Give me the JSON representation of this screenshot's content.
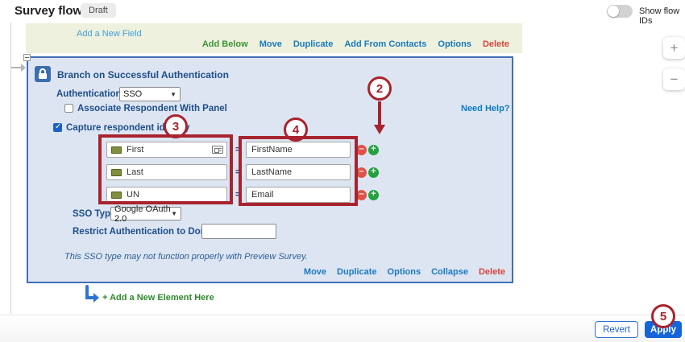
{
  "header": {
    "title": "Survey flow",
    "badge": "Draft",
    "toggle_label": "Show flow IDs"
  },
  "zoom_controls": {
    "plus": "+",
    "minus": "−"
  },
  "field_panel": {
    "add_field_label": "Add a New Field",
    "actions": [
      {
        "label": "Add Below"
      },
      {
        "label": "Move"
      },
      {
        "label": "Duplicate"
      },
      {
        "label": "Add From Contacts"
      },
      {
        "label": "Options"
      },
      {
        "label": "Delete"
      }
    ]
  },
  "branch_panel": {
    "title": "Branch on Successful Authentication",
    "auth_type_label": "Authentication Type:",
    "auth_type_value": "SSO",
    "associate_label": "Associate Respondent With Panel",
    "capture_label": "Capture respondent identify",
    "need_help_label": "Need Help?",
    "equals_sign": "=",
    "rows": [
      {
        "field": "First",
        "value": "FirstName"
      },
      {
        "field": "Last",
        "value": "LastName"
      },
      {
        "field": "UN",
        "value": "Email"
      }
    ],
    "minus_glyph": "–",
    "plus_glyph": "+",
    "sso_type_label": "SSO Type:",
    "sso_type_value": "Google OAuth 2.0",
    "restrict_label": "Restrict Authentication to Domain(s)",
    "restrict_value": "",
    "note": "This SSO type may not function properly with Preview Survey.",
    "actions": [
      {
        "label": "Move"
      },
      {
        "label": "Duplicate"
      },
      {
        "label": "Options"
      },
      {
        "label": "Collapse"
      },
      {
        "label": "Delete"
      }
    ]
  },
  "add_element": {
    "plus": "+",
    "label": "Add a New Element Here"
  },
  "footer": {
    "revert_label": "Revert",
    "apply_label": "Apply"
  },
  "annotations": {
    "step2": "2",
    "step3": "3",
    "step4": "4",
    "step5": "5"
  },
  "colors": {
    "panel_border": "#3f6fb5",
    "panel_bg": "#dde5f2",
    "green_panel_bg": "#edf1dd",
    "annotation_red": "#a8232e",
    "link_blue": "#1a79c0",
    "apply_blue": "#1565d8",
    "label_blue": "#1d4e89"
  }
}
